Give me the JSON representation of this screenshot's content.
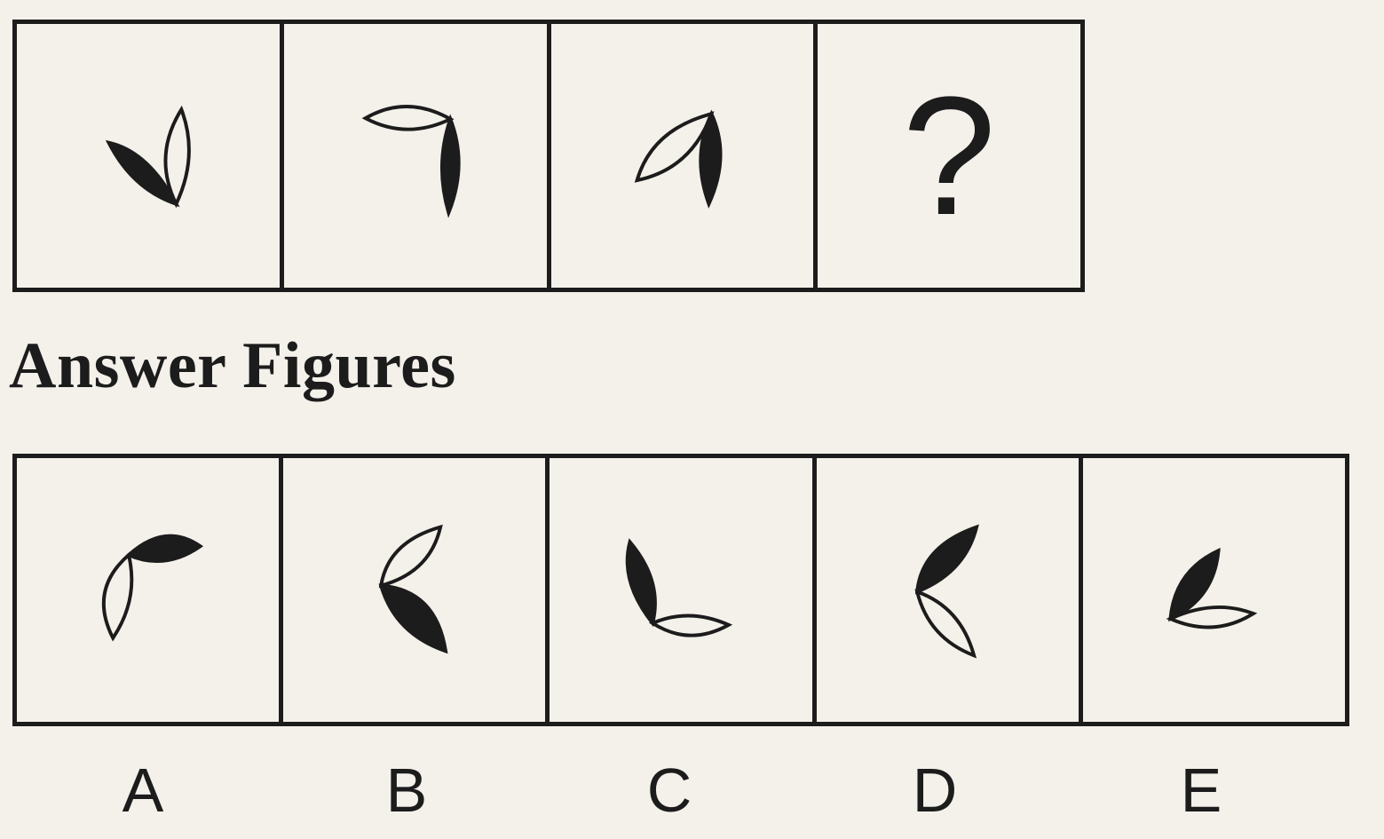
{
  "problem": {
    "missing_symbol": "?"
  },
  "answer_section": {
    "heading": "Answer Figures",
    "options": [
      {
        "label": "A"
      },
      {
        "label": "B"
      },
      {
        "label": "C"
      },
      {
        "label": "D"
      },
      {
        "label": "E"
      }
    ]
  },
  "colors": {
    "ink": "#1c1c1c",
    "paper": "#f4f1ea"
  }
}
